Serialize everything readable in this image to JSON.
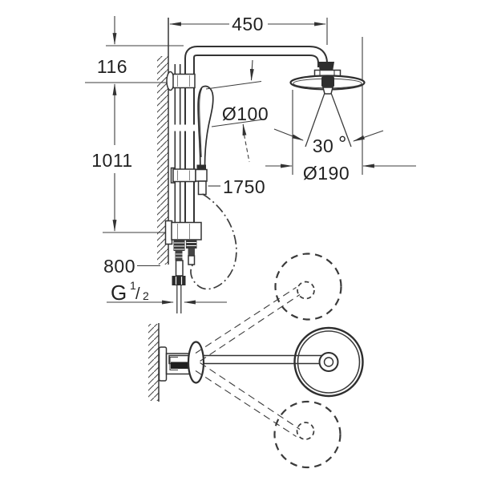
{
  "drawing": {
    "background": "#ffffff",
    "line_color": "#3a3a3a",
    "text_color": "#222222",
    "labels": {
      "arm_projection": "450",
      "top_offset": "116",
      "rail_height": "1011",
      "hand_shower_diameter": "Ø100",
      "spray_angle_value": "30",
      "spray_angle_degree": "°",
      "head_shower_diameter": "Ø190",
      "hose_length": "1750",
      "supply_dim": "800",
      "thread_prefix": "G",
      "thread_numerator": "1",
      "thread_slash": "/",
      "thread_denominator": "2"
    }
  }
}
